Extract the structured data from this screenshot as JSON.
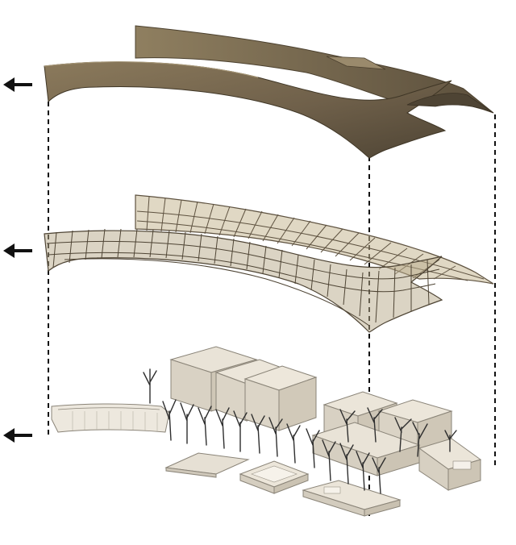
{
  "diagram": {
    "layers": [
      {
        "id": "roof-surface",
        "fill": "#7a6a4f",
        "stroke": "#4b402e"
      },
      {
        "id": "roof-structure-grid",
        "fill": "#b8a98a",
        "stroke": "#5e5240"
      },
      {
        "id": "ground-buildings",
        "fill": "#e8e2d6",
        "stroke": "#8a8478"
      }
    ],
    "arrow_color": "#111111",
    "guide_color": "#111111",
    "tree_color": "#2e2e2e"
  }
}
